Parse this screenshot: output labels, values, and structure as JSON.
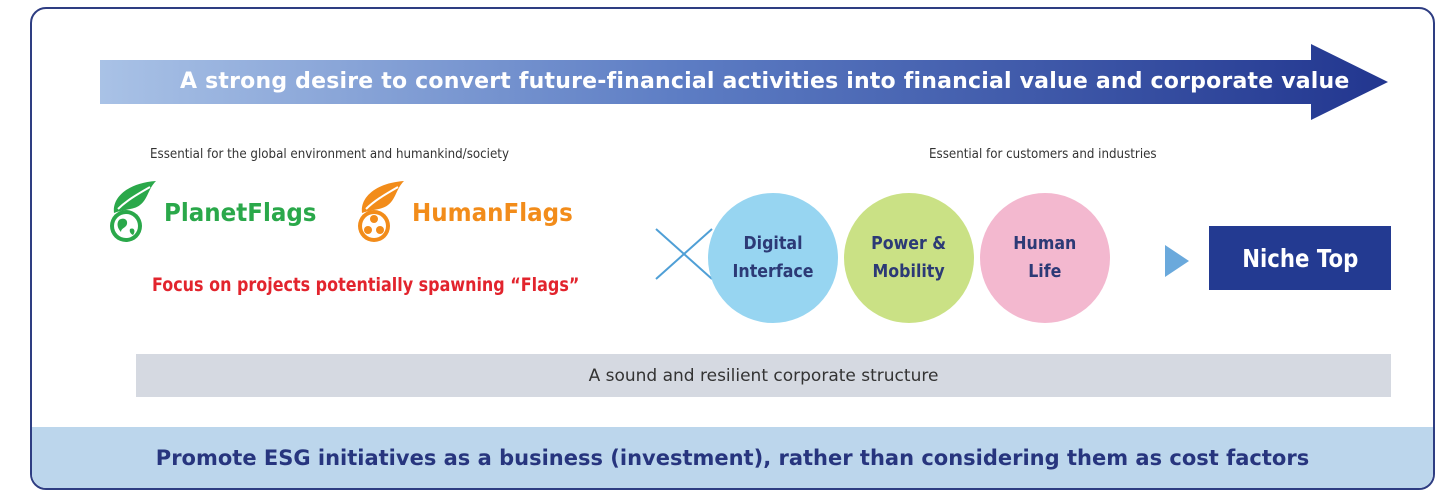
{
  "banner": {
    "text": "A strong desire to convert future-financial activities into financial value and corporate value",
    "gradient_start": "#a9c2e6",
    "gradient_end": "#22368f"
  },
  "left_section": {
    "caption": "Essential for the global environment and humankind/society",
    "planet_flags": {
      "label": "PlanetFlags",
      "color": "#2aa84a",
      "icon": "globe-leaf-icon"
    },
    "human_flags": {
      "label": "HumanFlags",
      "color": "#f28c1a",
      "icon": "people-leaf-icon"
    },
    "focus_text": "Focus on projects potentially spawning “Flags”",
    "focus_color": "#e2242d"
  },
  "multiply_icon": "cross-icon",
  "right_section": {
    "caption": "Essential for customers and industries",
    "circles": [
      {
        "line1": "Digital",
        "line2": "Interface",
        "color": "#8fd2f0"
      },
      {
        "line1": "Power &",
        "line2": "Mobility",
        "color": "#c6df7b"
      },
      {
        "line1": "Human",
        "line2": "Life",
        "color": "#f3b2cc"
      }
    ],
    "result_icon": "triangle-arrow-icon",
    "niche_top": "Niche Top",
    "niche_color": "#233a91"
  },
  "foundation": "A sound and resilient corporate structure",
  "bottom_message": "Promote ESG initiatives as a business (investment), rather than considering them as cost factors"
}
